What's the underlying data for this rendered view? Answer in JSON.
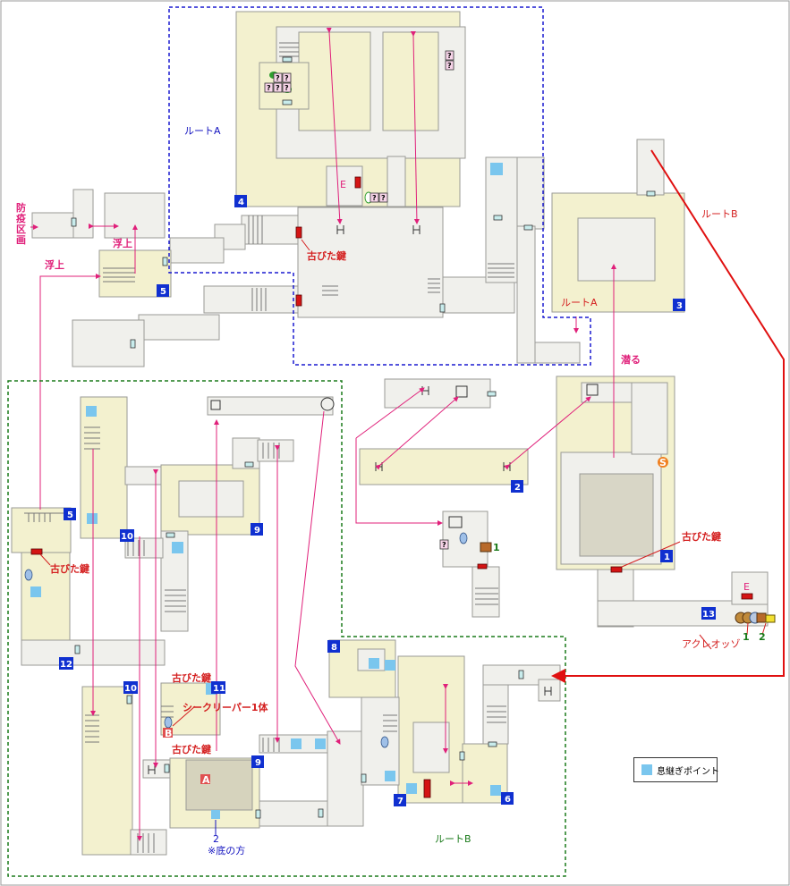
{
  "colors": {
    "floor": "#f0f0ec",
    "room": "#f3f1cf",
    "wall": "#9a9a96",
    "breath": "#7ac6ee",
    "door_red": "#d41414",
    "route_a": "#1a1ad0",
    "route_b_outline": "#1a7a1a",
    "route_b_arrow": "#e01010",
    "arrow_pink": "#e0207a",
    "badge": "#1030d0",
    "label_red": "#d42020",
    "label_blue": "#1414c0"
  },
  "labels": {
    "route_a": "ルートA",
    "route_b_top": "ルートB",
    "route_b_bottom": "ルートB",
    "route_a_small": "ルートA",
    "defense_zone": "防\n疫\n区\n画",
    "float_up_1": "浮上",
    "float_up_2": "浮上",
    "dive": "潜る",
    "old_key_1": "古びた鍵",
    "old_key_2": "古びた鍵",
    "old_key_3": "古びた鍵",
    "old_key_4": "古びた鍵",
    "old_key_5": "古びた鍵",
    "seek_reaper": "シークリーパー1体",
    "bottom_note": "※底の方",
    "bottom_num": "2",
    "acre": "アクレオッゾ",
    "acre_1": "1",
    "acre_2": "2",
    "item_1": "1",
    "E_1": "E",
    "E_2": "E",
    "A_mark": "A",
    "B_mark": "B",
    "S_mark": "S"
  },
  "badges": [
    "1",
    "2",
    "3",
    "4",
    "5",
    "5",
    "6",
    "7",
    "8",
    "9",
    "9",
    "10",
    "10",
    "11",
    "12",
    "13"
  ],
  "legend": {
    "label": "息継ぎポイント"
  }
}
